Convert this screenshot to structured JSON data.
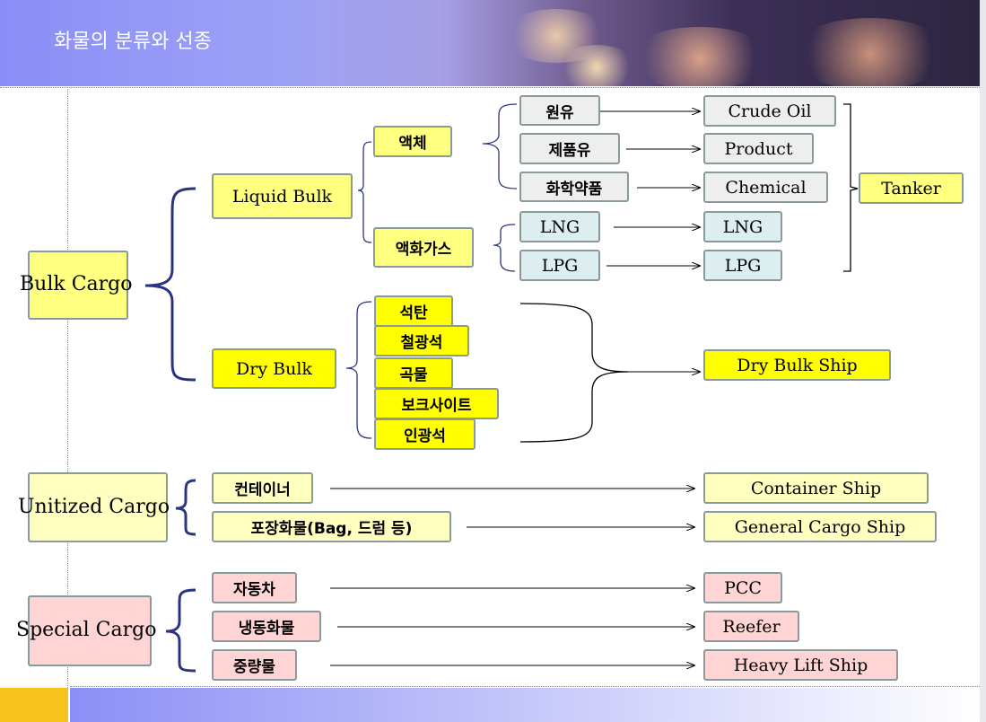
{
  "header": {
    "title": "화물의 분류와 선종"
  },
  "groups": {
    "bulk_cargo": "Bulk Cargo",
    "unitized_cargo": "Unitized Cargo",
    "special_cargo": "Special Cargo"
  },
  "bulk": {
    "liquid_bulk": "Liquid Bulk",
    "dry_bulk": "Dry Bulk",
    "liquid": "액체",
    "liquefied_gas": "액화가스"
  },
  "liquid_items": [
    {
      "cargo": "원유",
      "ship": "Crude Oil"
    },
    {
      "cargo": "제품유",
      "ship": "Product"
    },
    {
      "cargo": "화학약품",
      "ship": "Chemical"
    }
  ],
  "gas_items": [
    {
      "cargo": "LNG",
      "ship": "LNG"
    },
    {
      "cargo": "LPG",
      "ship": "LPG"
    }
  ],
  "tanker": "Tanker",
  "dry_items": [
    "석탄",
    "철광석",
    "곡물",
    "보크사이트",
    "인광석"
  ],
  "dry_ship": "Dry Bulk Ship",
  "unitized_items": [
    {
      "cargo": "컨테이너",
      "ship": "Container Ship"
    },
    {
      "cargo": "포장화물(Bag, 드럼 등)",
      "ship": "General Cargo Ship"
    }
  ],
  "special_items": [
    {
      "cargo": "자동차",
      "ship": "PCC"
    },
    {
      "cargo": "냉동화물",
      "ship": "Reefer"
    },
    {
      "cargo": "중량물",
      "ship": "Heavy Lift Ship"
    }
  ]
}
